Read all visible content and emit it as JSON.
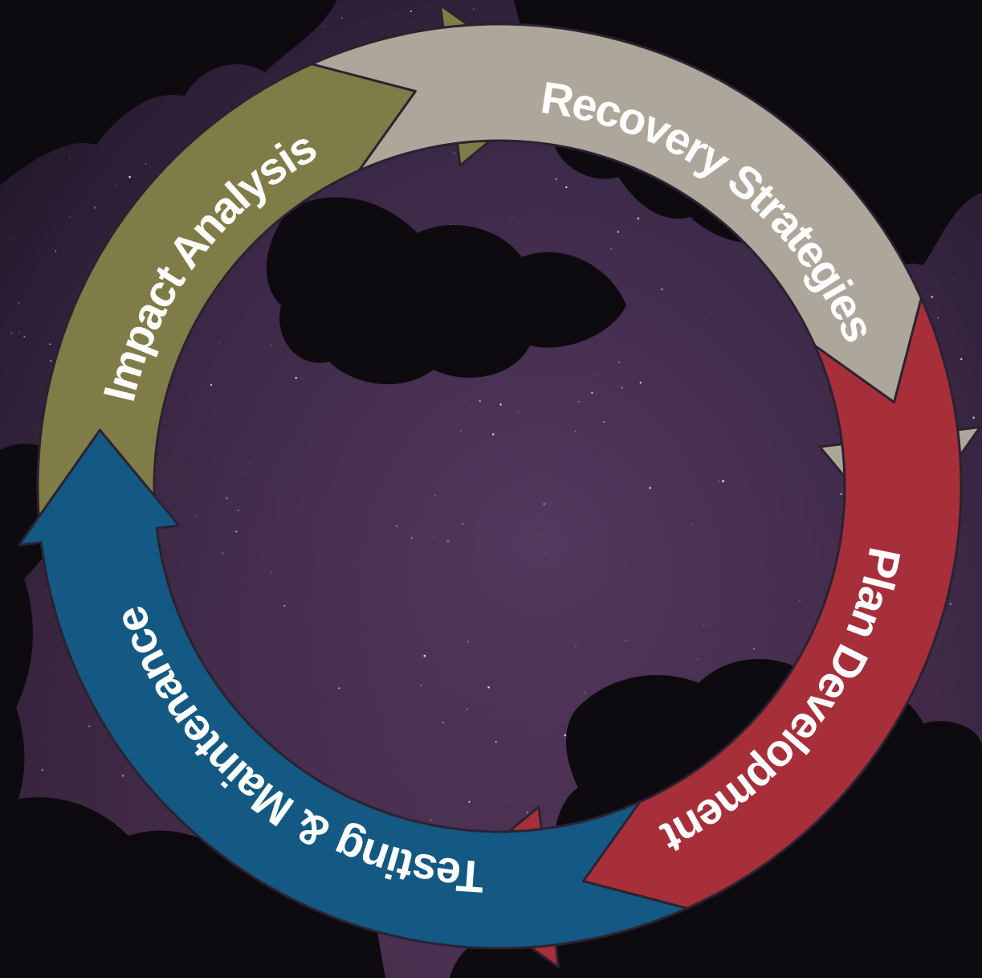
{
  "diagram": {
    "segments": [
      {
        "label": "Impact Analysis",
        "color": "#7f7c47"
      },
      {
        "label": "Recovery Strategies",
        "color": "#ada69a"
      },
      {
        "label": "Plan Development",
        "color": "#a62f3a"
      },
      {
        "label": "Testing & Maintenance",
        "color": "#135983"
      }
    ]
  }
}
